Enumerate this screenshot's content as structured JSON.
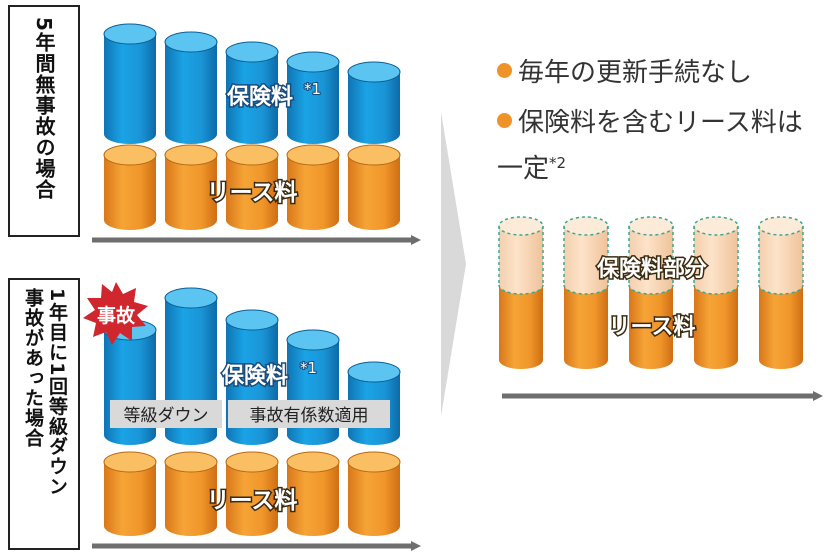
{
  "scenario_top": {
    "label": "5年間無事故の場合",
    "insurance_label": "保険料",
    "insurance_note": "*1",
    "lease_label": "リース料"
  },
  "scenario_bottom": {
    "label_right": "1年目に1回等級ダウン",
    "label_left": "事故があった場合",
    "accident_badge": "事故",
    "insurance_label": "保険料",
    "insurance_note": "*1",
    "tag_grade_down": "等級ダウン",
    "tag_accident_coeff": "事故有係数適用",
    "lease_label": "リース料"
  },
  "benefits": {
    "item1": "毎年の更新手続なし",
    "item2_line1": "保険料を含むリース料は",
    "item2_line2": "一定",
    "item2_note": "*2"
  },
  "result": {
    "insurance_part_label": "保険料部分",
    "lease_label": "リース料"
  },
  "colors": {
    "blue": "#1a9ad9",
    "orange": "#f0962a",
    "arrow_gray": "#6e6e6e",
    "accident_red": "#d0262d",
    "bullet_orange": "#f0922a"
  }
}
